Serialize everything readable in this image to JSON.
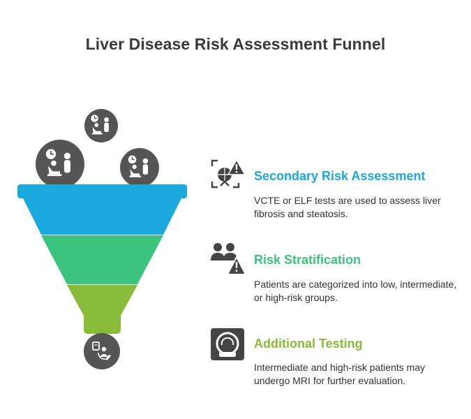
{
  "title": "Liver Disease Risk Assessment Funnel",
  "colors": {
    "stage1": "#1ba8dc",
    "stage2": "#3cc47e",
    "stage3": "#88bb38",
    "icon_circle": "#555555",
    "icon_dark": "#444444"
  },
  "stages": [
    {
      "heading": "Secondary Risk Assessment",
      "description": "VCTE or ELF tests are used to assess liver fibrosis and steatosis.",
      "icon": "scan-warning-icon"
    },
    {
      "heading": "Risk Stratification",
      "description": "Patients are categorized into low, intermediate, or high-risk groups.",
      "icon": "patients-warning-icon"
    },
    {
      "heading": "Additional Testing",
      "description": "Intermediate and high-risk patients may undergo MRI for further evaluation.",
      "icon": "mri-scanner-icon"
    }
  ],
  "funnel_inputs": [
    "patient-clock-icon",
    "patient-clock-icon",
    "patient-clock-icon"
  ],
  "funnel_output": "patient-assessment-icon"
}
